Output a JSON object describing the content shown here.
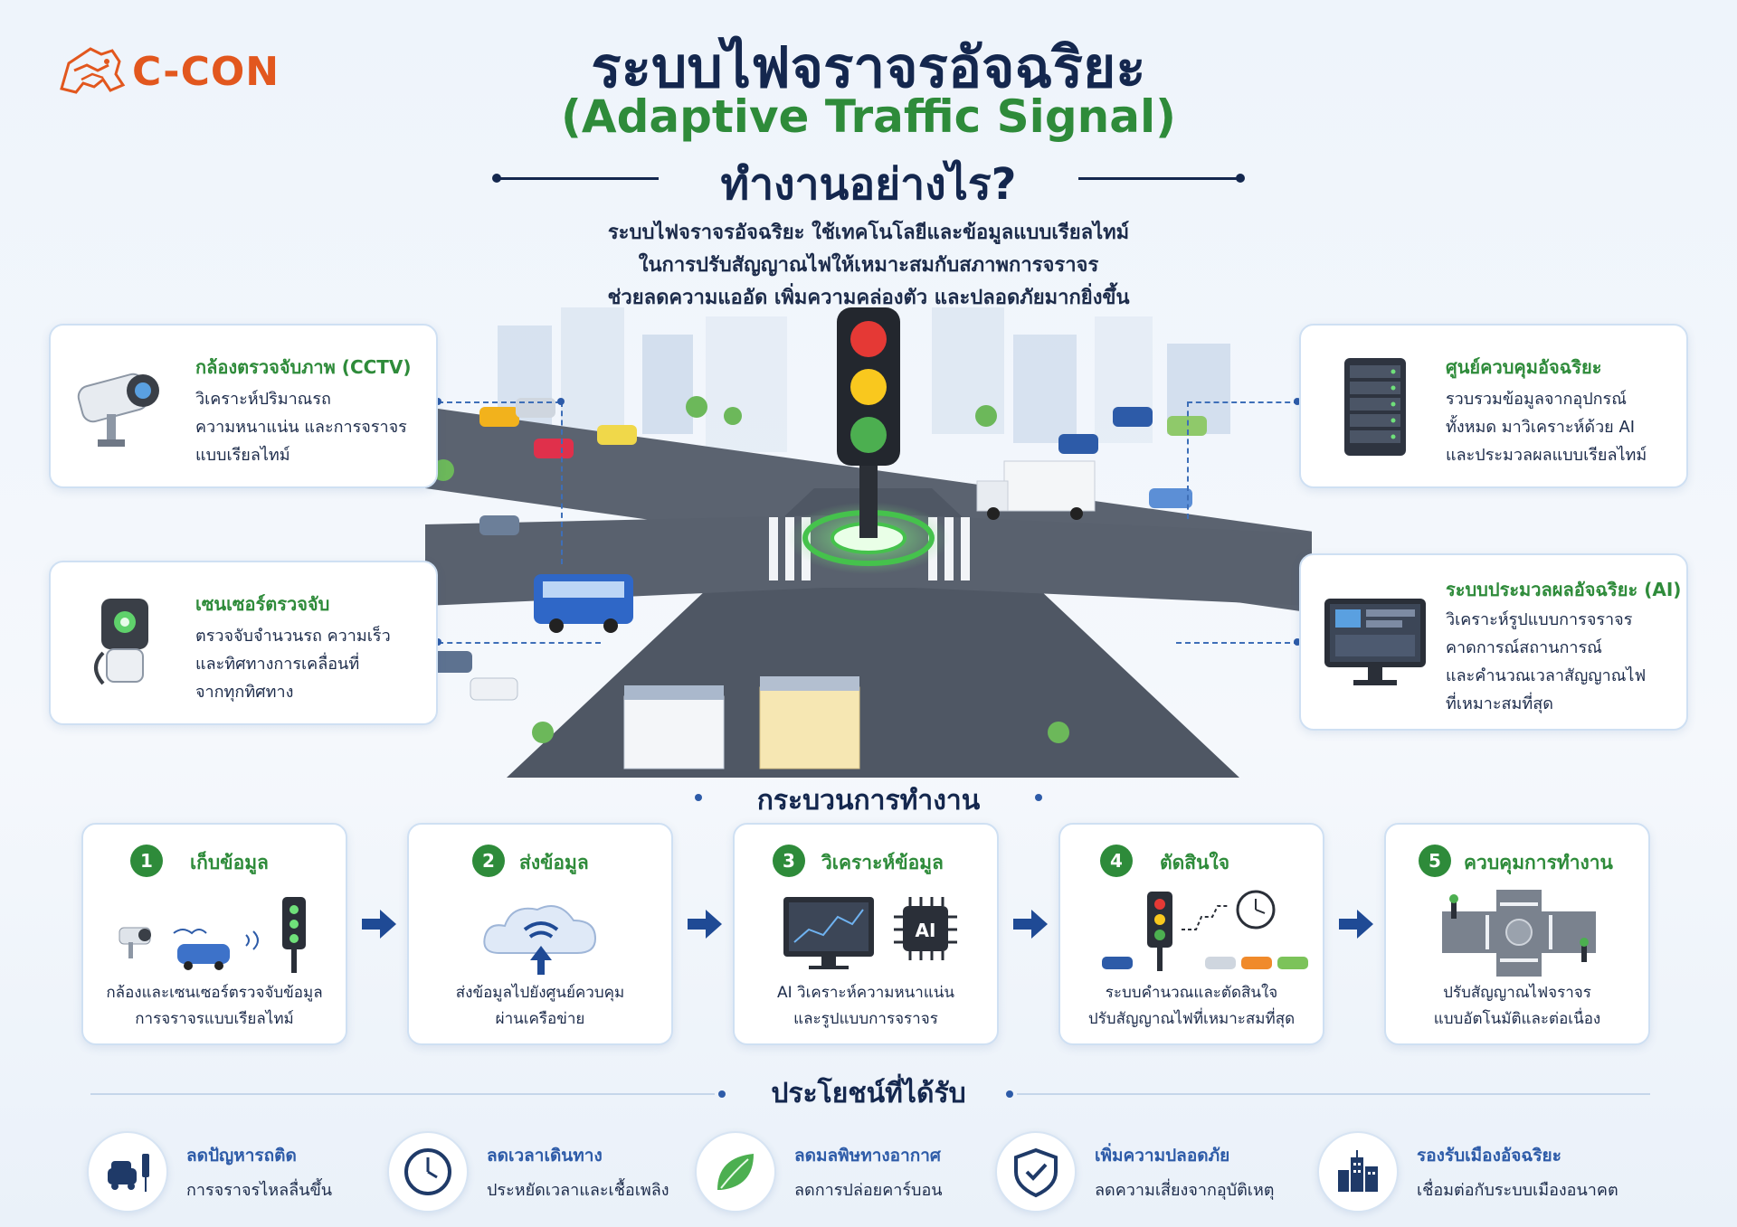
{
  "logo": {
    "text": "C-CON"
  },
  "header": {
    "title_th": "ระบบไฟจราจรอัจฉริยะ",
    "title_en": "(Adaptive Traffic Signal)",
    "question": "ทำงานอย่างไร?",
    "intro": [
      "ระบบไฟจราจรอัจฉริยะ ใช้เทคโนโลยีและข้อมูลแบบเรียลไทม์",
      "ในการปรับสัญญาณไฟให้เหมาะสมกับสภาพการจราจร",
      "ช่วยลดความแออัด เพิ่มความคล่องตัว และปลอดภัยมากยิ่งขึ้น"
    ]
  },
  "features": {
    "cctv": {
      "title": "กล้องตรวจจับภาพ (CCTV)",
      "desc": [
        "วิเคราะห์ปริมาณรถ",
        "ความหนาแน่น และการจราจร",
        "แบบเรียลไทม์"
      ]
    },
    "sensor": {
      "title": "เซนเซอร์ตรวจจับ",
      "desc": [
        "ตรวจจับจำนวนรถ ความเร็ว",
        "และทิศทางการเคลื่อนที่",
        "จากทุกทิศทาง"
      ]
    },
    "center": {
      "title": "ศูนย์ควบคุมอัจฉริยะ",
      "desc": [
        "รวบรวมข้อมูลจากอุปกรณ์",
        "ทั้งหมด มาวิเคราะห์ด้วย AI",
        "และประมวลผลแบบเรียลไทม์"
      ]
    },
    "ai": {
      "title": "ระบบประมวลผลอัจฉริยะ (AI)",
      "desc": [
        "วิเคราะห์รูปแบบการจราจร",
        "คาดการณ์สถานการณ์",
        "และคำนวณเวลาสัญญาณไฟ",
        "ที่เหมาะสมที่สุด"
      ]
    }
  },
  "process": {
    "title": "กระบวนการทำงาน",
    "steps": [
      {
        "num": "1",
        "title": "เก็บข้อมูล",
        "desc": [
          "กล้องและเซนเซอร์ตรวจจับข้อมูล",
          "การจราจรแบบเรียลไทม์"
        ]
      },
      {
        "num": "2",
        "title": "ส่งข้อมูล",
        "desc": [
          "ส่งข้อมูลไปยังศูนย์ควบคุม",
          "ผ่านเครือข่าย"
        ]
      },
      {
        "num": "3",
        "title": "วิเคราะห์ข้อมูล",
        "desc": [
          "AI วิเคราะห์ความหนาแน่น",
          "และรูปแบบการจราจร"
        ],
        "chip": "AI"
      },
      {
        "num": "4",
        "title": "ตัดสินใจ",
        "desc": [
          "ระบบคำนวณและตัดสินใจ",
          "ปรับสัญญาณไฟที่เหมาะสมที่สุด"
        ]
      },
      {
        "num": "5",
        "title": "ควบคุมการทำงาน",
        "desc": [
          "ปรับสัญญาณไฟจราจร",
          "แบบอัตโนมัติและต่อเนื่อง"
        ]
      }
    ]
  },
  "benefits": {
    "title": "ประโยชน์ที่ได้รับ",
    "items": [
      {
        "title": "ลดปัญหารถติด",
        "desc": "การจราจรไหลลื่นขึ้น",
        "icon": "car-traffic-icon"
      },
      {
        "title": "ลดเวลาเดินทาง",
        "desc": "ประหยัดเวลาและเชื้อเพลิง",
        "icon": "clock-icon"
      },
      {
        "title": "ลดมลพิษทางอากาศ",
        "desc": "ลดการปล่อยคาร์บอน",
        "icon": "leaf-icon"
      },
      {
        "title": "เพิ่มความปลอดภัย",
        "desc": "ลดความเสี่ยงจากอุบัติเหตุ",
        "icon": "shield-check-icon"
      },
      {
        "title": "รองรับเมืองอัจฉริยะ",
        "desc": "เชื่อมต่อกับระบบเมืองอนาคต",
        "icon": "smart-city-icon"
      }
    ]
  },
  "colors": {
    "navy": "#14274e",
    "green": "#2e8b3a",
    "blue": "#2d5ba8",
    "orange": "#e2571e"
  }
}
